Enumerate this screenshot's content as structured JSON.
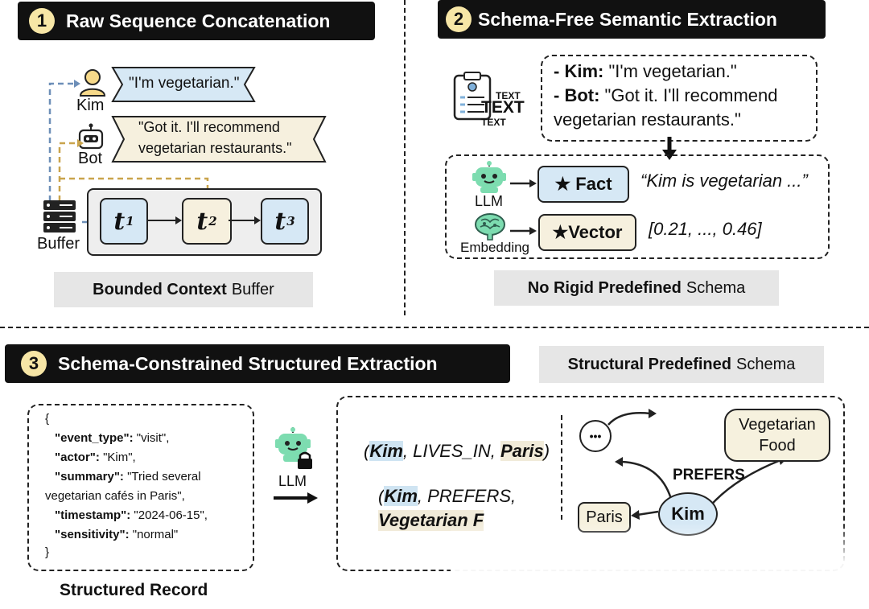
{
  "panel1": {
    "number": "1",
    "title": "Raw Sequence Concatenation",
    "kim_label": "Kim",
    "kim_message": "\"I'm vegetarian.\"",
    "bot_label": "Bot",
    "bot_message_line1": "\"Got it. I'll recommend",
    "bot_message_line2": "vegetarian restaurants.\"",
    "buffer_label": "Buffer",
    "tokens": [
      {
        "base": "t",
        "sub": "1"
      },
      {
        "base": "t",
        "sub": "2"
      },
      {
        "base": "t",
        "sub": "3"
      }
    ],
    "caption_bold": "Bounded Context",
    "caption_rest": "Buffer"
  },
  "panel2": {
    "number": "2",
    "title": "Schema-Free Semantic Extraction",
    "doc_texts": [
      "TEXT",
      "TEXT",
      "TEXT"
    ],
    "dialog_kim_speaker": "- Kim:",
    "dialog_kim_text": " \"I'm vegetarian.\"",
    "dialog_bot_speaker": "- Bot:",
    "dialog_bot_text": " \"Got it. I'll recommend",
    "dialog_bot_text2": "vegetarian restaurants.\"",
    "llm_label": "LLM",
    "fact_label": "★ Fact",
    "fact_value": "“Kim is vegetarian ...”",
    "embedding_label": "Embedding",
    "vector_label": "★Vector",
    "vector_value": "[0.21, ..., 0.46]",
    "caption_bold": "No Rigid Predefined",
    "caption_rest": "Schema"
  },
  "panel3": {
    "number": "3",
    "title": "Schema-Constrained Structured Extraction",
    "schema_caption_bold": "Structural Predefined",
    "schema_caption_rest": "Schema",
    "record_open": "{",
    "record_lines": [
      {
        "key": "\"event_type\":",
        "value": " \"visit\","
      },
      {
        "key": "\"actor\":",
        "value": " \"Kim\","
      },
      {
        "key": "\"summary\":",
        "value": " \"Tried several"
      },
      {
        "key": "",
        "value": "vegetarian cafés in Paris\","
      },
      {
        "key": "\"timestamp\":",
        "value": " \"2024-06-15\","
      },
      {
        "key": "\"sensitivity\":",
        "value": " \"normal\""
      }
    ],
    "record_close": "}",
    "record_caption": "Structured Record",
    "llm_label": "LLM",
    "triple1_open": "(",
    "triple1_subject": "Kim",
    "triple1_relation": ", LIVES_IN, ",
    "triple1_object": "Paris",
    "triple1_close": ")",
    "triple2_open": "(",
    "triple2_subject": "Kim",
    "triple2_relation": ", PREFERS,",
    "triple2_object": "Vegetarian F",
    "graph_node_kim": "Kim",
    "graph_node_paris": "Paris",
    "graph_node_food_line1": "Vegetarian",
    "graph_node_food_line2": "Food",
    "graph_node_more": "•••",
    "graph_edge_label": "PREFERS"
  }
}
